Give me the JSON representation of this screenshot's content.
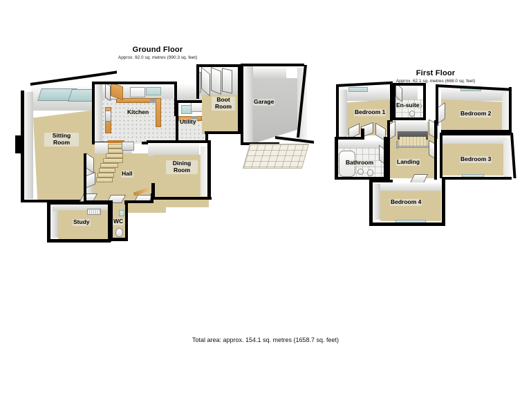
{
  "document": {
    "type": "floor-plan",
    "total_area_text": "Total area: approx. 154.1 sq. metres (1658.7 sq. feet)"
  },
  "ground_floor": {
    "title": "Ground Floor",
    "subtitle": "Approx. 92.0 sq. metres (990.3 sq. feet)",
    "rooms": [
      {
        "name": "sitting-room",
        "label": "Sitting Room"
      },
      {
        "name": "kitchen",
        "label": "Kitchen"
      },
      {
        "name": "utility",
        "label": "Utility"
      },
      {
        "name": "boot-room",
        "label": "Boot Room"
      },
      {
        "name": "garage",
        "label": "Garage"
      },
      {
        "name": "hall",
        "label": "Hall"
      },
      {
        "name": "dining-room",
        "label": "Dining Room"
      },
      {
        "name": "study",
        "label": "Study"
      },
      {
        "name": "wc",
        "label": "WC"
      }
    ]
  },
  "first_floor": {
    "title": "First Floor",
    "subtitle": "Approx. 62.1 sq. metres (668.0 sq. feet)",
    "rooms": [
      {
        "name": "bedroom-1",
        "label": "Bedroom 1"
      },
      {
        "name": "en-suite",
        "label": "En-suite"
      },
      {
        "name": "bedroom-2",
        "label": "Bedroom 2"
      },
      {
        "name": "bathroom",
        "label": "Bathroom"
      },
      {
        "name": "landing",
        "label": "Landing"
      },
      {
        "name": "bedroom-3",
        "label": "Bedroom 3"
      },
      {
        "name": "bedroom-4",
        "label": "Bedroom 4"
      }
    ]
  },
  "palette": {
    "wall": "#000000",
    "floor_carpet": "#d7c89c",
    "floor_tile": "#e8e8e6",
    "garage_floor": "#c5c5c3",
    "counter_wood": "#d08e40",
    "background": "#ffffff"
  }
}
